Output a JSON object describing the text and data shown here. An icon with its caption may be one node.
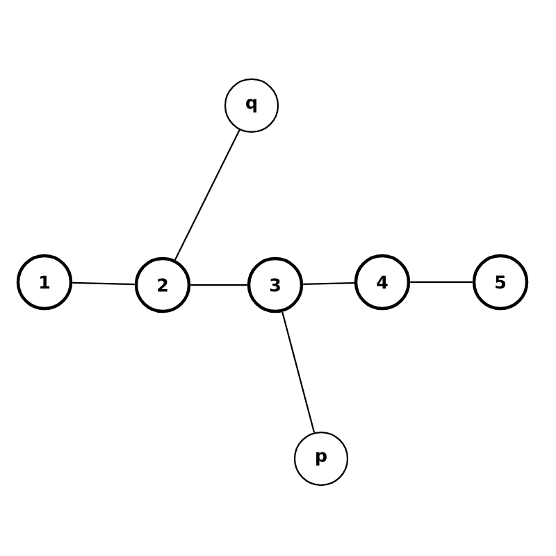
{
  "diagram": {
    "nodes": [
      {
        "text": [
          "1"
        ]
      },
      {
        "text": [
          "2"
        ]
      },
      {
        "text": [
          "3"
        ]
      },
      {
        "text": [
          "4"
        ]
      },
      {
        "text": [
          "5"
        ]
      },
      {
        "text": [
          "q"
        ]
      },
      {
        "text": [
          "p"
        ]
      }
    ],
    "edges": [
      {
        "from": 0,
        "to": 1,
        "arrow": "none"
      },
      {
        "from": 1,
        "to": 2,
        "arrow": "none"
      },
      {
        "from": 2,
        "to": 3,
        "arrow": "none"
      },
      {
        "from": 3,
        "to": 4,
        "arrow": "none"
      },
      {
        "from": 1,
        "to": 5,
        "arrow": "none"
      },
      {
        "from": 2,
        "to": 6,
        "arrow": "none"
      }
    ]
  }
}
